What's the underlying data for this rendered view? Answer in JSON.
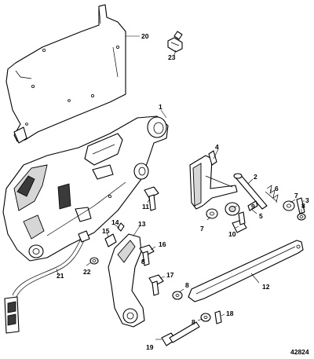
{
  "figure_number": "42824",
  "callouts": {
    "c1": "1",
    "c2": "2",
    "c3": "3",
    "c4": "4",
    "c5": "5",
    "c6": "6",
    "c7a": "7",
    "c7b": "7",
    "c8a": "8",
    "c8b": "8",
    "c8c": "8",
    "c8d": "8",
    "c9": "9",
    "c10": "10",
    "c11": "11",
    "c12": "12",
    "c13": "13",
    "c14": "14",
    "c15": "15",
    "c16": "16",
    "c17": "17",
    "c18": "18",
    "c19": "19",
    "c20": "20",
    "c21": "21",
    "c22": "22",
    "c23": "23"
  }
}
